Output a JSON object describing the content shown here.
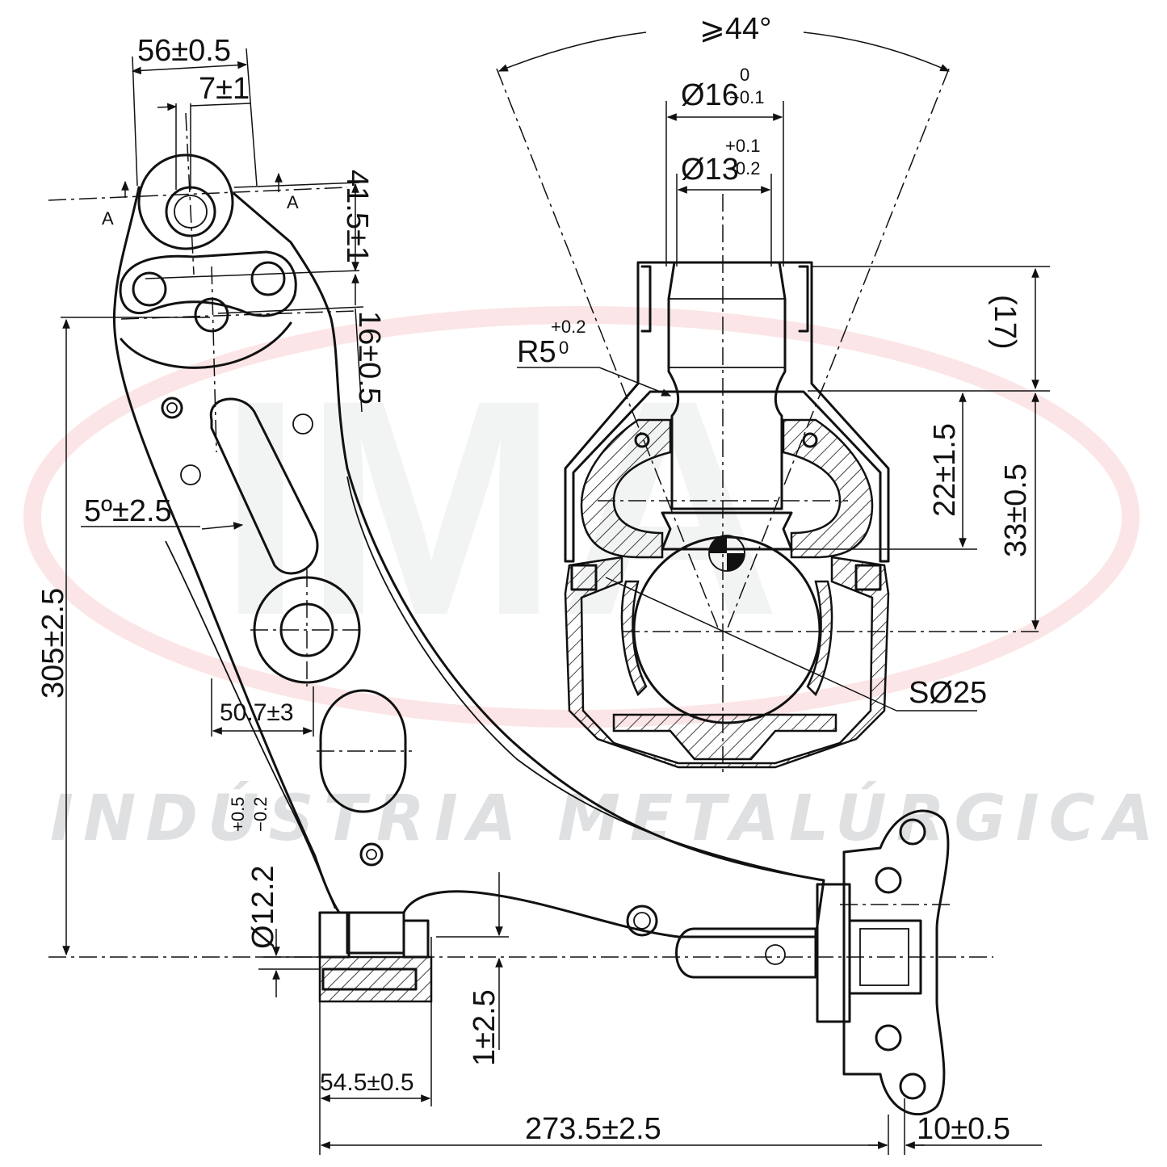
{
  "watermark": {
    "letters": "IMA",
    "company": "INDÚSTRIA METALÚRGICA ALLI",
    "logo_color": "#e6393d"
  },
  "section_labels": {
    "left": "A",
    "right": "A"
  },
  "dimensions": {
    "d56": "56±0.5",
    "d7": "7±1",
    "d41": "41.5±1",
    "d16": "16±0.5",
    "d305": "305±2.5",
    "angle5": "5º±2.5",
    "d50": "50.7±3",
    "d12": "Ø12.2",
    "d12_tol_upper": "+0.5",
    "d12_tol_lower": "−0.2",
    "d1": "1±2.5",
    "d54": "54.5±0.5",
    "d273": "273.5±2.5",
    "d10": "10±0.5",
    "angle44": "⩾44°",
    "dia16": "Ø16",
    "dia16_upper": "0",
    "dia16_lower": "−0.1",
    "dia13": "Ø13",
    "dia13_upper": "+0.1",
    "dia13_lower": "−0.2",
    "r5": "R5",
    "r5_upper": "+0.2",
    "r5_lower": "0",
    "d17": "(17)",
    "d22": "22±1.5",
    "d33": "33±0.5",
    "sphere": "SØ25"
  }
}
